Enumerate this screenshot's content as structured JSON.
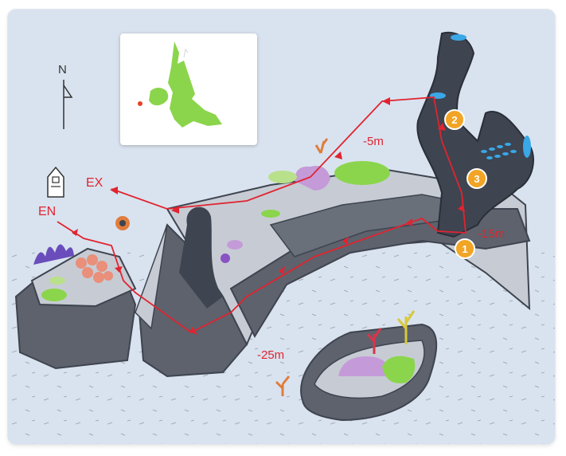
{
  "map": {
    "compass": {
      "label": "N",
      "icon": "north-arrow-icon"
    },
    "labels": {
      "entry": "EN",
      "exit": "EX"
    },
    "depths": {
      "shallow": "-5m",
      "mid": "-15m",
      "deep": "-25m"
    },
    "waypoints": [
      "1",
      "2",
      "3"
    ],
    "colors": {
      "route": "#e02430",
      "water": "#d9e3ef",
      "rock": "#5d626c",
      "rock_dark": "#3e4450",
      "rock_top": "#c7ccd4",
      "badge": "#f2a424",
      "island": "#8bd54c",
      "location_marker": "#e8402a"
    },
    "icons": [
      "mooring-buoy-icon",
      "location-dot-icon"
    ]
  }
}
